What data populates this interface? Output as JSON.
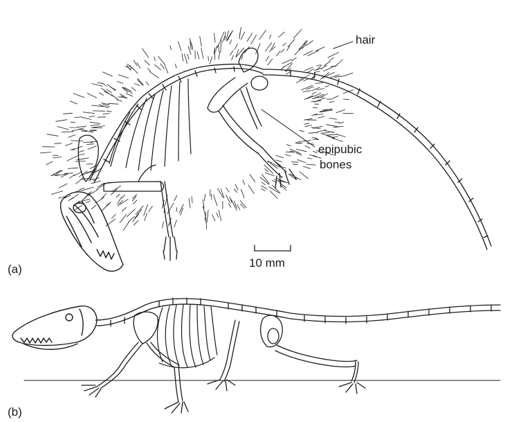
{
  "panel_a": {
    "label": "(a)",
    "callouts": {
      "hair": "hair",
      "epipubic_line1": "epipubic",
      "epipubic_line2": "bones"
    },
    "scale_bar": "10 mm"
  },
  "panel_b": {
    "label": "(b)"
  },
  "colors": {
    "ink": "#1a1a1a",
    "background": "#ffffff"
  }
}
